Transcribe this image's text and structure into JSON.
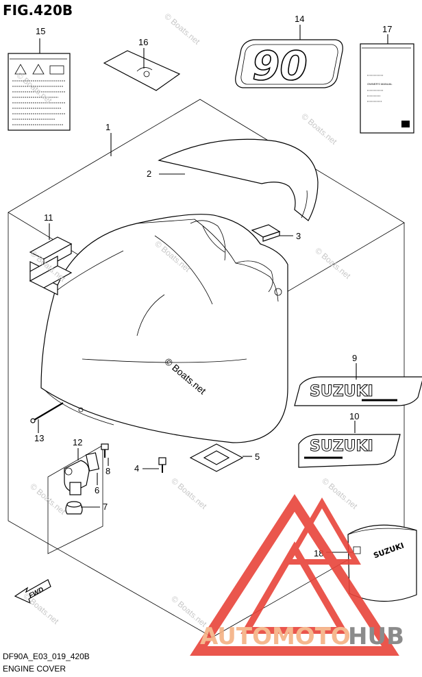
{
  "figure": {
    "title": "FIG.420B",
    "code": "DF90A_E03_019_420B",
    "caption": "ENGINE COVER"
  },
  "callouts": [
    "1",
    "2",
    "3",
    "4",
    "5",
    "6",
    "7",
    "8",
    "9",
    "10",
    "11",
    "12",
    "13",
    "14",
    "15",
    "16",
    "17",
    "18"
  ],
  "decals": {
    "model_badge": "90",
    "suzuki_9": "SUZUKI",
    "suzuki_10": "SUZUKI",
    "manual_title": "OWNER'S MANUAL",
    "cover_brand": "SUZUKI",
    "fwd": "FWD"
  },
  "watermark": {
    "text": "© Boats.net"
  },
  "brand_overlay": {
    "part_a": "AUTOMOTO",
    "part_b": "HUB",
    "color_a": "#f4b183",
    "color_b": "#7f7f7f",
    "triangle_color": "#e8443a"
  }
}
